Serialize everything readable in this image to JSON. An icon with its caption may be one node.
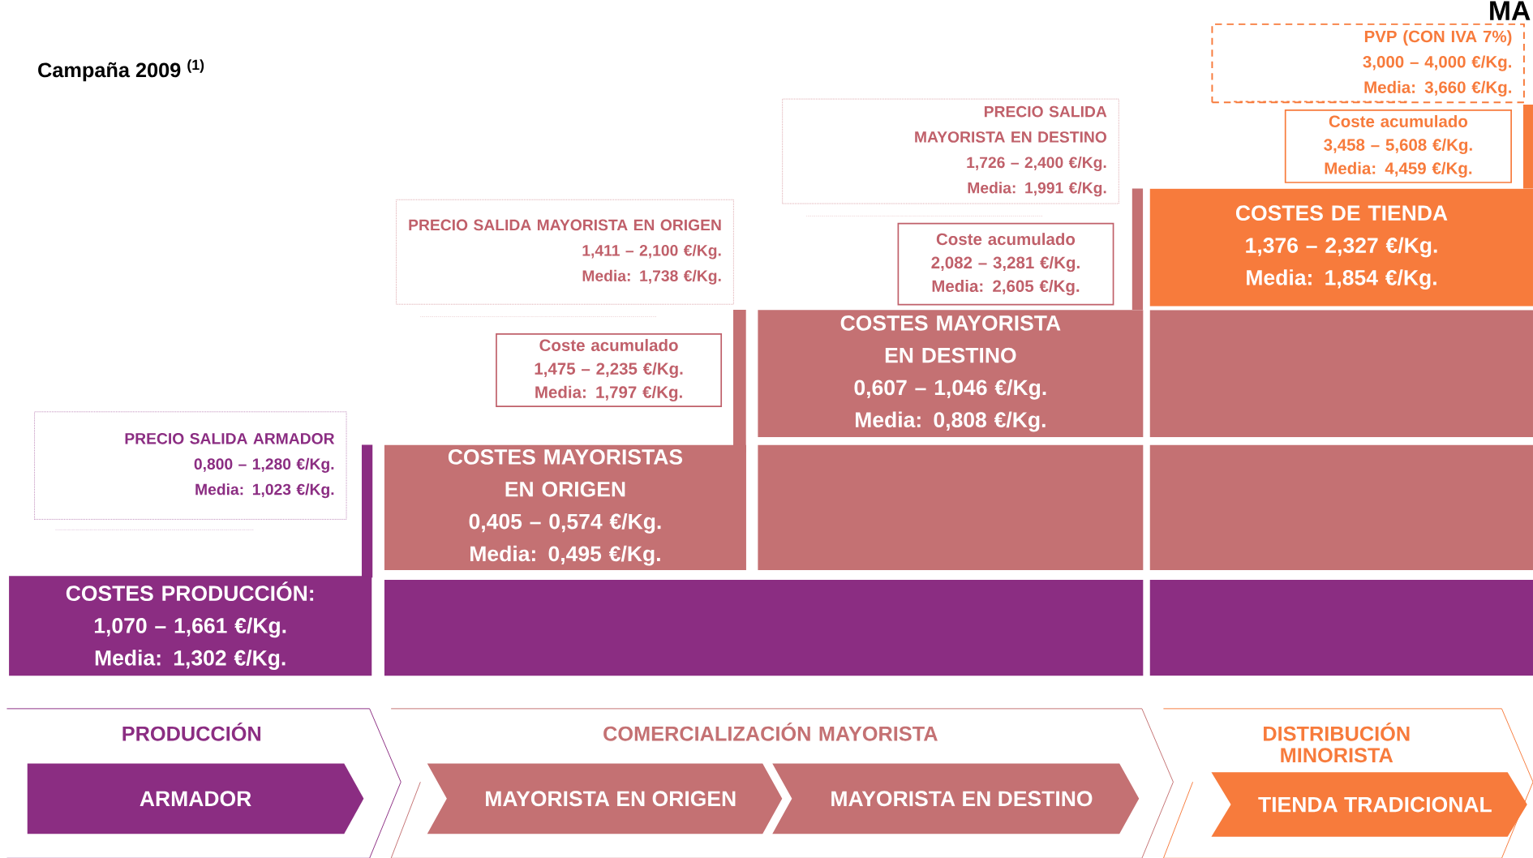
{
  "diagram": {
    "title": "Campaña 2009 $^{(1)}$",
    "nodes": [
      {
        "text": [
          "PRECIO SALIDA ARMADOR",
          "0,800 – 1,280 €/Kg.",
          "Media: 1,023 €/Kg."
        ]
      },
      {
        "text": [
          "COSTES PRODUCCIÓN:",
          "1,070 – 1,661 €/Kg.",
          "Media: 1,302 €/Kg."
        ]
      },
      {
        "text": [],
        "shape": "bar"
      },
      {
        "text": [],
        "shape": "bar"
      },
      {
        "text": [
          "COSTES MAYORISTAS EN ORIGEN",
          "0,405 – 0,574 €/Kg.",
          "Media: 0,495 €/Kg."
        ]
      },
      {
        "text": [
          "PRECIO SALIDA MAYORISTA EN ORIGEN",
          "1,411 – 2,100 €/Kg.",
          "Media: 1,738 €/Kg."
        ]
      },
      {
        "text": [
          "Coste acumulado",
          "1,475 – 2,235 €/Kg.",
          "Media: 1,797 €/Kg."
        ]
      },
      {
        "text": [],
        "shape": "bar"
      },
      {
        "text": [],
        "shape": "bar"
      },
      {
        "text": [
          "COSTES MAYORISTA EN DESTINO",
          "0,607 – 1,046 €/Kg.",
          "Media: 0,808 €/Kg."
        ]
      },
      {
        "text": [],
        "shape": "bar"
      },
      {
        "text": [
          "PRECIO SALIDA MAYORISTA EN DESTINO",
          "1,726 – 2,400 €/Kg.",
          "Media: 1,991 €/Kg."
        ]
      },
      {
        "text": [
          "Coste acumulado",
          "2,082 – 3,281 €/Kg.",
          "Media: 2,605 €/Kg."
        ]
      },
      {
        "text": [
          "COSTES DE TIENDA",
          "1,376 – 2,327 €/Kg.",
          "Media: 1,854 €/Kg."
        ]
      },
      {
        "text": [
          "PVP (CON IVA 7%)",
          "3,000 – 4,000 €/Kg.",
          "Media: 3,660 €/Kg."
        ]
      },
      {
        "text": [
          "Coste acumulado",
          "3,458 – 5,608 €/Kg.",
          "Media: 4,459 €/Kg."
        ]
      },
      {
        "text": [
          "PRODUCCIÓN"
        ]
      },
      {
        "text": [
          "ARMADOR"
        ],
        "in": 16
      },
      {
        "text": [
          "COMERCIALIZACIÓN MAYORISTA"
        ]
      },
      {
        "text": [
          "MAYORISTA EN ORIGEN"
        ],
        "in": 18
      },
      {
        "text": [
          "MAYORISTA EN DESTINO"
        ],
        "in": 18
      },
      {
        "text": [
          "DISTRIBUCIÓN MINORISTA"
        ]
      },
      {
        "text": [
          "TIENDA TRADICIONAL"
        ],
        "in": 21
      }
    ],
    "edges": [],
    "labels": [
      "MA"
    ]
  }
}
